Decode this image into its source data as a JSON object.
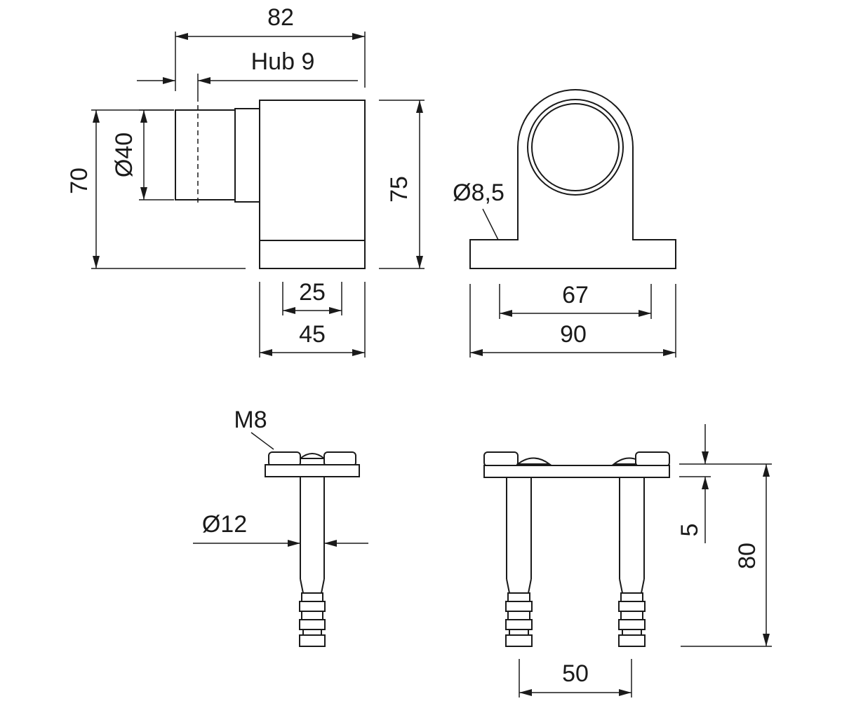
{
  "drawing": {
    "top_left_view": {
      "overall_length": "82",
      "stroke_label": "Hub 9",
      "tube_diameter": "Ø40",
      "height_left": "70",
      "height_right": "75",
      "inner_width": "25",
      "outer_width": "45"
    },
    "top_right_view": {
      "hole_diameter": "Ø8,5",
      "hole_spacing": "67",
      "base_width": "90"
    },
    "bottom_left_view": {
      "thread": "M8",
      "pin_diameter": "Ø12"
    },
    "bottom_right_view": {
      "plate_thickness": "5",
      "total_height": "80",
      "pin_spacing": "50"
    }
  }
}
